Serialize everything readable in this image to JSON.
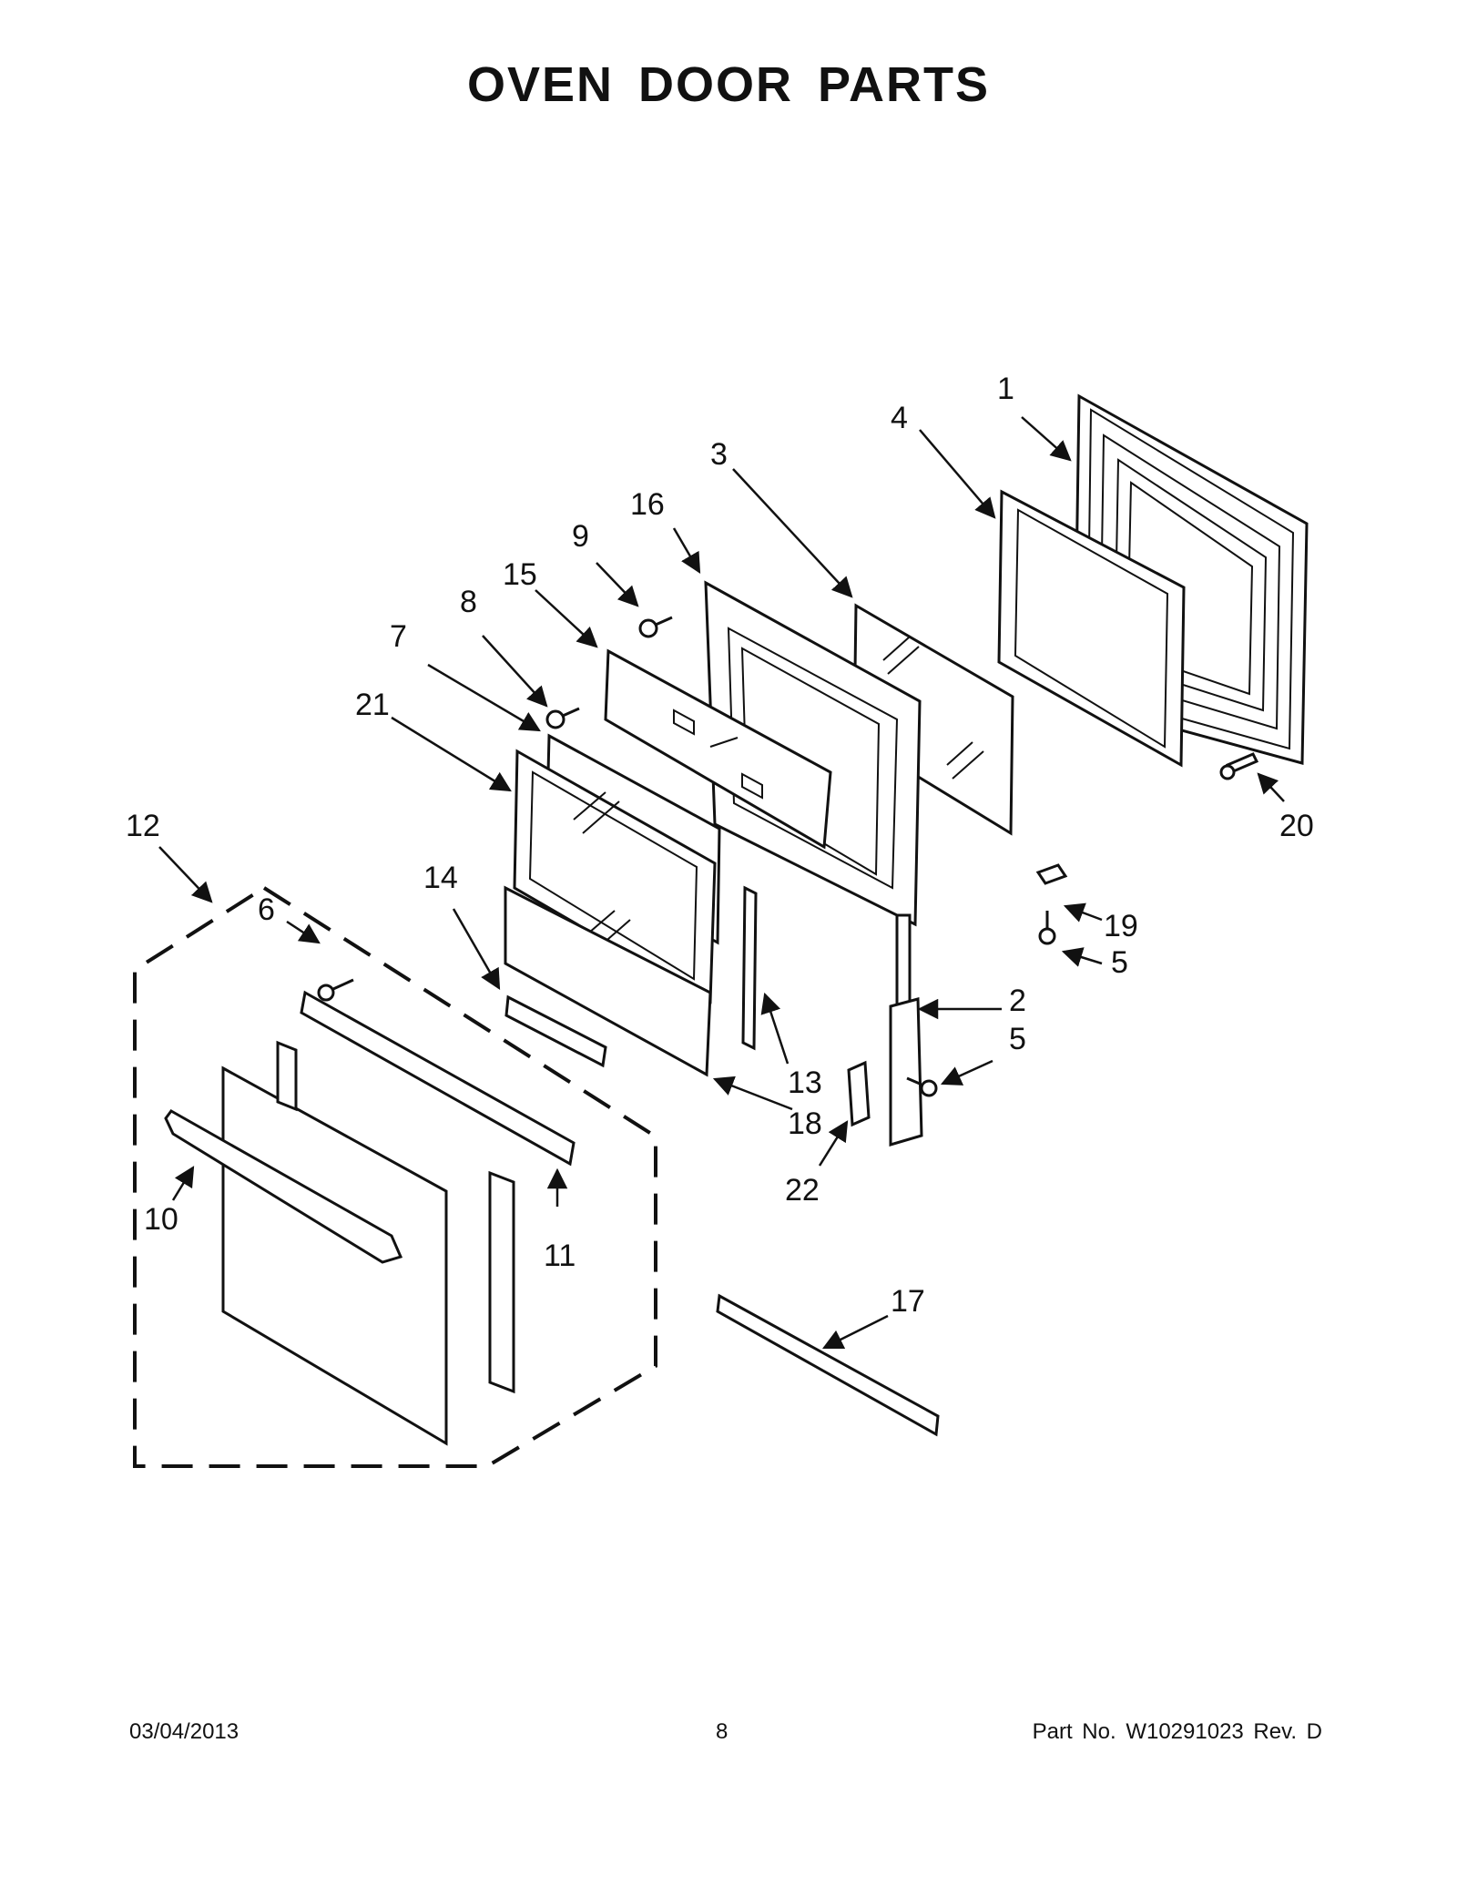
{
  "title": "OVEN DOOR PARTS",
  "callouts": [
    "1",
    "2",
    "3",
    "4",
    "5",
    "5",
    "6",
    "7",
    "8",
    "9",
    "10",
    "11",
    "12",
    "13",
    "14",
    "15",
    "16",
    "17",
    "18",
    "19",
    "20",
    "21",
    "22"
  ],
  "footer": {
    "date": "03/04/2013",
    "page": "8",
    "part": "Part No.  W10291023  Rev.  D"
  }
}
